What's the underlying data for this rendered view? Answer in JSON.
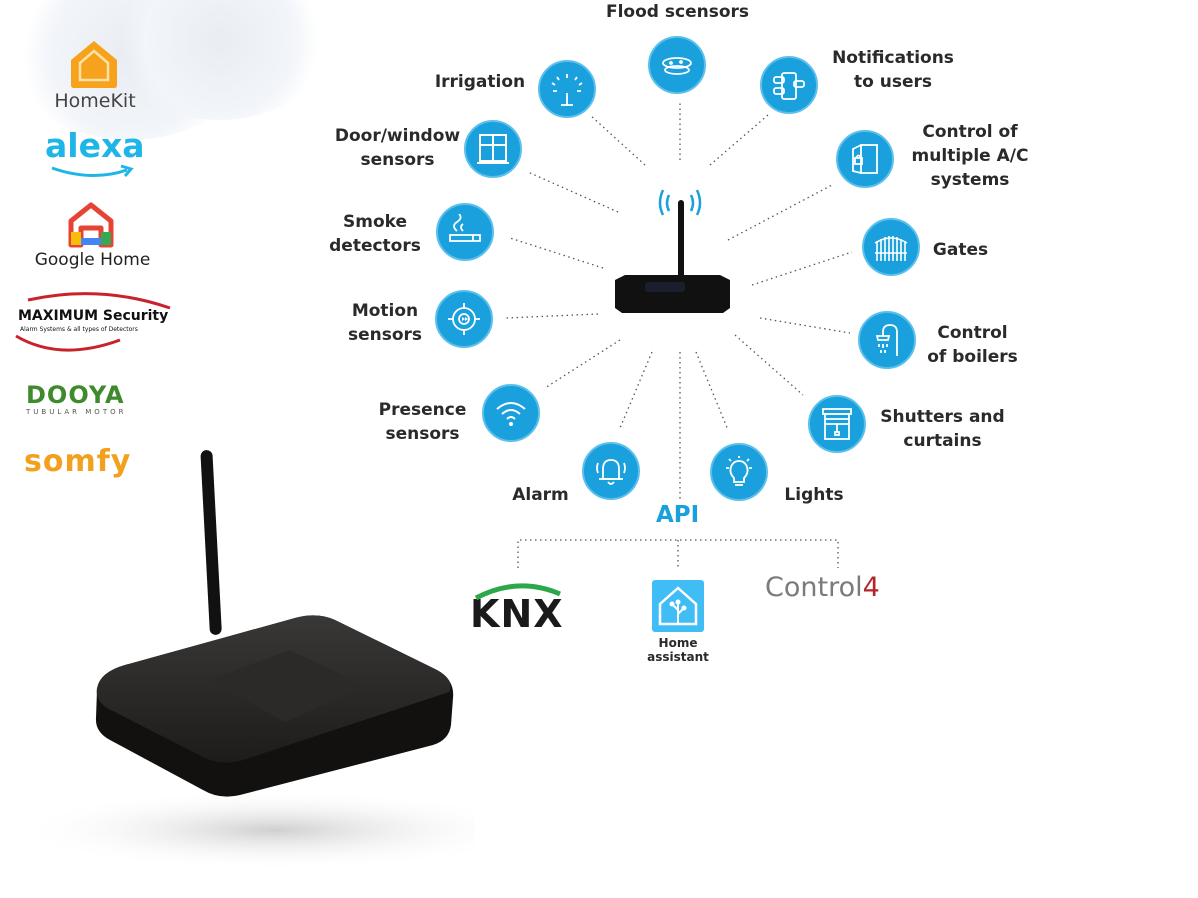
{
  "brands": {
    "homekit": "HomeKit",
    "alexa": "alexa",
    "google_home": "Google Home",
    "maximum_security": "MAXIMUM Security",
    "maximum_tagline": "Alarm Systems & all types of Detectors",
    "dooya": "DOOYA",
    "dooya_tagline": "TUBULAR MOTOR",
    "somfy": "somfy"
  },
  "features": [
    {
      "label": "Flood scensors",
      "icon": "flood-icon"
    },
    {
      "label": "Irrigation",
      "icon": "sprinkler-icon"
    },
    {
      "label": "Notifications\nto users",
      "icon": "phone-notification-icon"
    },
    {
      "label": "Door/window\nsensors",
      "icon": "window-icon"
    },
    {
      "label": "Control of\nmultiple A/C\nsystems",
      "icon": "door-lock-icon"
    },
    {
      "label": "Smoke\ndetectors",
      "icon": "smoke-icon"
    },
    {
      "label": "Gates",
      "icon": "gate-icon"
    },
    {
      "label": "Motion\nsensors",
      "icon": "motion-icon"
    },
    {
      "label": "Control\nof boilers",
      "icon": "shower-icon"
    },
    {
      "label": "Presence\nsensors",
      "icon": "wifi-icon"
    },
    {
      "label": "Shutters and\ncurtains",
      "icon": "shutter-icon"
    },
    {
      "label": "Alarm",
      "icon": "bell-icon"
    },
    {
      "label": "Lights",
      "icon": "bulb-icon"
    }
  ],
  "api": {
    "label": "API",
    "integrations": [
      "KNX",
      "Home\nassistant",
      "Control4"
    ]
  },
  "colors": {
    "accent": "#1aa0dc",
    "knx_green": "#2aa84a",
    "control4_red": "#b0262c"
  }
}
